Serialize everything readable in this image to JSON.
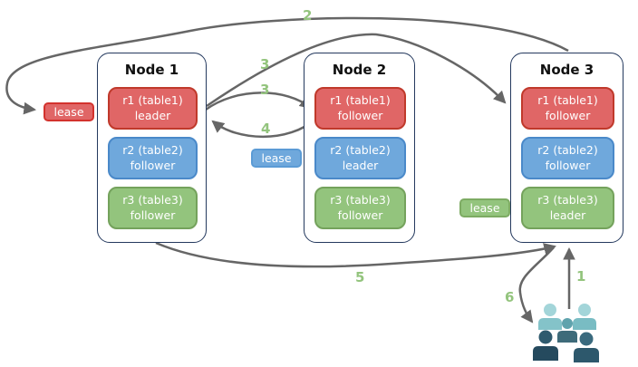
{
  "diagram": {
    "nodes": [
      {
        "title": "Node 1",
        "cells": [
          {
            "replica": "r1 (table1)",
            "role": "leader",
            "color": "#e06666"
          },
          {
            "replica": "r2 (table2)",
            "role": "follower",
            "color": "#6fa8dc"
          },
          {
            "replica": "r3 (table3)",
            "role": "follower",
            "color": "#93c47d"
          }
        ]
      },
      {
        "title": "Node 2",
        "cells": [
          {
            "replica": "r1 (table1)",
            "role": "follower",
            "color": "#e06666"
          },
          {
            "replica": "r2 (table2)",
            "role": "leader",
            "color": "#6fa8dc"
          },
          {
            "replica": "r3 (table3)",
            "role": "follower",
            "color": "#93c47d"
          }
        ]
      },
      {
        "title": "Node 3",
        "cells": [
          {
            "replica": "r1 (table1)",
            "role": "follower",
            "color": "#e06666"
          },
          {
            "replica": "r2 (table2)",
            "role": "follower",
            "color": "#6fa8dc"
          },
          {
            "replica": "r3 (table3)",
            "role": "leader",
            "color": "#93c47d"
          }
        ]
      }
    ],
    "leases": [
      {
        "label": "lease",
        "color": "#e06666",
        "position": "left of Node 1 r1 leader"
      },
      {
        "label": "lease",
        "color": "#6fa8dc",
        "position": "left of Node 2 r2 leader"
      },
      {
        "label": "lease",
        "color": "#93c47d",
        "position": "left of Node 3 r3 leader"
      }
    ],
    "steps": {
      "step1": "1",
      "step2": "2",
      "step3a": "3",
      "step3b": "3",
      "step4": "4",
      "step5": "5",
      "step6": "6"
    },
    "icons": {
      "users": "users-icon"
    },
    "colors": {
      "arrow": "#666666",
      "node_border": "#24395e",
      "step_label": "#93c47d",
      "replica_red": "#e06666",
      "replica_blue": "#6fa8dc",
      "replica_green": "#93c47d",
      "users_light_teal": "#a3d5d9",
      "users_mid_teal": "#5fa3ad",
      "users_dark_navy": "#2d586c"
    }
  }
}
